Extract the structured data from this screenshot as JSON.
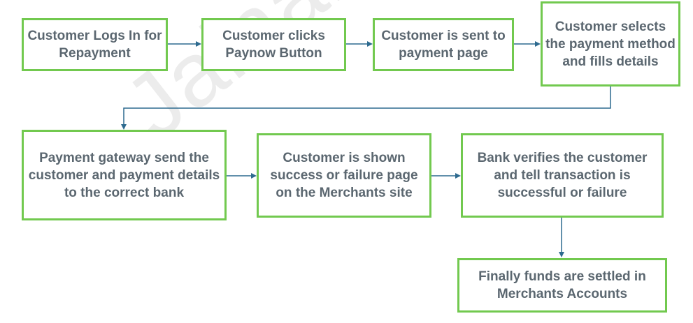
{
  "diagram": {
    "watermark": "Jainam  Software  Ltd.",
    "steps": [
      {
        "id": "step-1",
        "label": "Customer Logs In for Repayment"
      },
      {
        "id": "step-2",
        "label": "Customer clicks Paynow Button"
      },
      {
        "id": "step-3",
        "label": "Customer is sent to payment page"
      },
      {
        "id": "step-4",
        "label": "Customer selects the payment method and fills details"
      },
      {
        "id": "step-5",
        "label": "Payment gateway send the customer and payment details to the correct bank"
      },
      {
        "id": "step-6",
        "label": "Customer is shown success or failure page on the Merchants site"
      },
      {
        "id": "step-7",
        "label": "Bank verifies the customer and tell transaction is successful or failure"
      },
      {
        "id": "step-8",
        "label": "Finally funds are settled in Merchants Accounts"
      }
    ],
    "colors": {
      "box_border": "#72c94f",
      "box_text": "#5b6770",
      "connector": "#2d6a8f",
      "watermark": "#ececec"
    }
  }
}
